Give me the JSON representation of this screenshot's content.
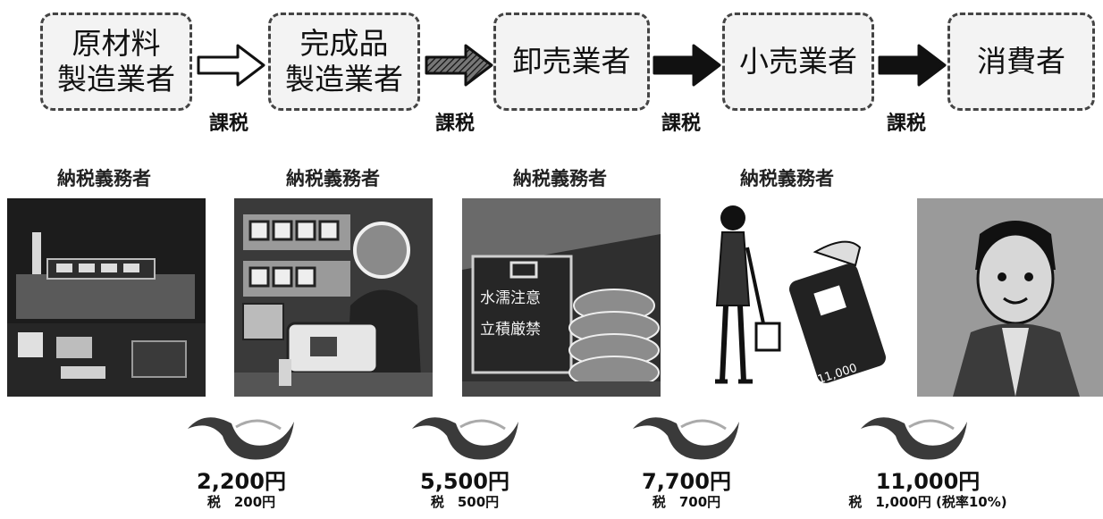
{
  "stages": [
    {
      "lines": [
        "原材料",
        "製造業者"
      ]
    },
    {
      "lines": [
        "完成品",
        "製造業者"
      ]
    },
    {
      "lines": [
        "卸売業者"
      ]
    },
    {
      "lines": [
        "小売業者"
      ]
    },
    {
      "lines": [
        "消費者"
      ]
    }
  ],
  "tax_labels": [
    "課税",
    "課税",
    "課税",
    "課税"
  ],
  "duty_labels": [
    "納税義務者",
    "納税義務者",
    "納税義務者",
    "納税義務者"
  ],
  "illustrations": [
    {
      "icon": "factory-illustration"
    },
    {
      "icon": "sewing-workshop-illustration"
    },
    {
      "icon": "warehouse-illustration",
      "sign_lines": [
        "水濡注意",
        "立積厳禁"
      ]
    },
    {
      "icon": "shopper-illustration",
      "tag_text": "11,000"
    },
    {
      "icon": "consumer-illustration"
    }
  ],
  "transactions": [
    {
      "price": "2,200円",
      "tax": "税　200円"
    },
    {
      "price": "5,500円",
      "tax": "税　500円"
    },
    {
      "price": "7,700円",
      "tax": "税　700円"
    },
    {
      "price": "11,000円",
      "tax": "税　1,000円 (税率10%)"
    }
  ],
  "colors": {
    "box_fill": "#f3f3f3",
    "box_border": "#444444",
    "arrow_dark": "#111111",
    "photo_bg": "#1c1c1c"
  }
}
